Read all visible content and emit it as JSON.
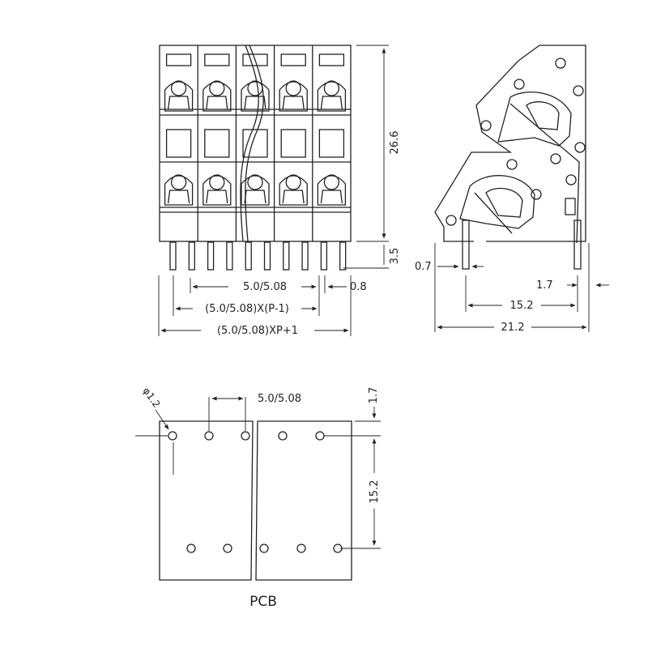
{
  "front_view": {
    "dims": {
      "height_total": "26.6",
      "pin_length": "3.5",
      "pitch": "5.0/5.08",
      "pin_width": "0.8",
      "pitch_span": "(5.0/5.08)X(P-1)",
      "overall_width": "(5.0/5.08)XP+1"
    }
  },
  "side_view": {
    "dims": {
      "pin_thickness": "0.7",
      "offset": "1.7",
      "row_spacing": "15.2",
      "depth": "21.2"
    }
  },
  "pcb_view": {
    "title": "PCB",
    "dims": {
      "hole_diameter": "φ1.2",
      "pitch": "5.0/5.08",
      "edge_offset": "1.7",
      "row_spacing": "15.2"
    }
  },
  "colors": {
    "line": "#222222",
    "background": "#ffffff"
  }
}
